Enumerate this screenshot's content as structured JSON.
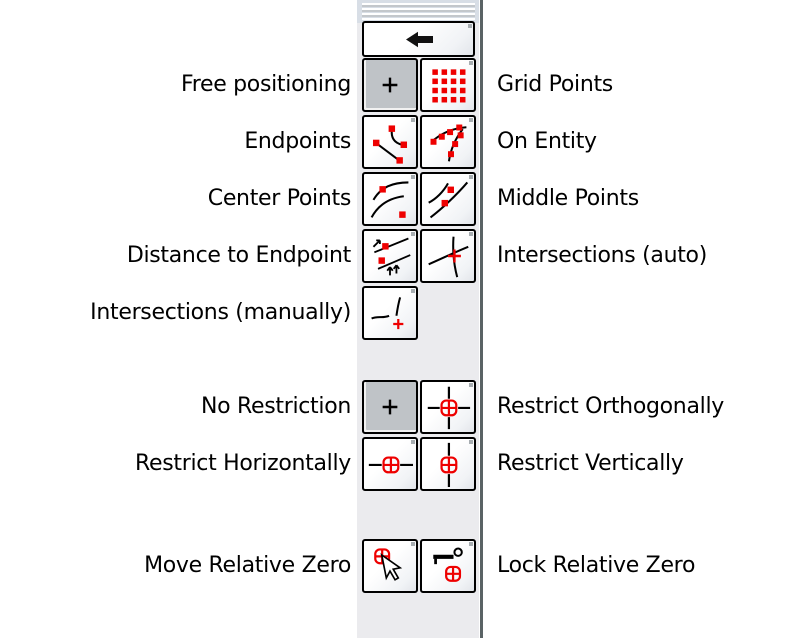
{
  "colors": {
    "page_bg": "#ffffff",
    "strip_bg": "#ebebee",
    "strip_top_bg": "#d8dee6",
    "separator": "#5a6365",
    "button_border": "#000000",
    "pressed_button_bg": "#bfc3c7",
    "icon_red": "#ee0000",
    "label_color": "#000000"
  },
  "toolbar": {
    "grip_icon": "drag-handle-icon",
    "back_icon": "back-arrow-icon",
    "rows": [
      {
        "left_label": "Free positioning",
        "left_icon": "free-positioning-icon",
        "left_state": "selected",
        "right_icon": "grid-points-icon",
        "right_label": "Grid Points"
      },
      {
        "left_label": "Endpoints",
        "left_icon": "snap-endpoints-icon",
        "right_icon": "snap-on-entity-icon",
        "right_label": "On Entity"
      },
      {
        "left_label": "Center Points",
        "left_icon": "snap-center-points-icon",
        "right_icon": "snap-middle-points-icon",
        "right_label": "Middle Points"
      },
      {
        "left_label": "Distance to Endpoint",
        "left_icon": "snap-distance-to-endpoint-icon",
        "right_icon": "snap-intersections-auto-icon",
        "right_label": "Intersections (auto)"
      },
      {
        "left_label": "Intersections (manually)",
        "left_icon": "snap-intersections-manual-icon"
      },
      {
        "left_label": "No Restriction",
        "left_icon": "no-restriction-icon",
        "left_state": "selected",
        "right_icon": "restrict-orthogonally-icon",
        "right_label": "Restrict Orthogonally"
      },
      {
        "left_label": "Restrict Horizontally",
        "left_icon": "restrict-horizontally-icon",
        "right_icon": "restrict-vertically-icon",
        "right_label": "Restrict Vertically"
      },
      {
        "left_label": "Move Relative Zero",
        "left_icon": "move-relative-zero-icon",
        "right_icon": "lock-relative-zero-icon",
        "right_label": "Lock Relative Zero"
      }
    ]
  }
}
